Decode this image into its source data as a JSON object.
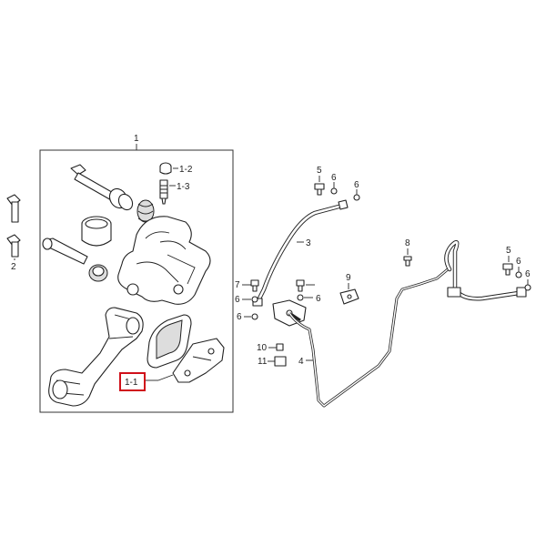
{
  "labels": {
    "caliper_assy": "1",
    "pin_bolt": "2",
    "bleed_cap": "1-2",
    "bleed_screw": "1-3",
    "pad_set": "1-1",
    "brake_hose": "3",
    "brake_pipe": "4",
    "bolt_5_left": "5",
    "washer_6_a": "6",
    "washer_6_b": "6",
    "bolt_7": "7",
    "washer_6_c": "6",
    "washer_6_d": "6",
    "washer_6_e": "6",
    "bolt_8": "8",
    "clip_9": "9",
    "bolt_10": "10",
    "clamp_11": "11",
    "bolt_5_right": "5",
    "washer_6_f": "6",
    "washer_6_g": "6"
  },
  "highlight": {
    "color": "#d0101a",
    "target": "pad_set"
  }
}
